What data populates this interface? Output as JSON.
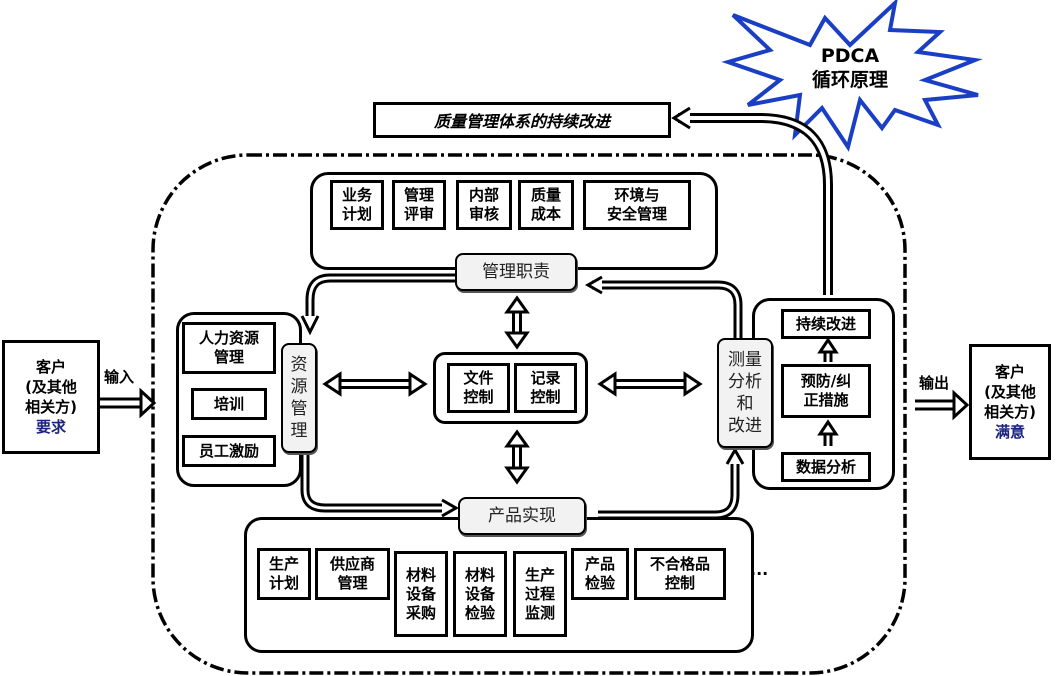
{
  "pdca": {
    "line1": "PDCA",
    "line2": "循环原理",
    "outline_color": "#1a3fc4"
  },
  "continuous_improvement_banner": "质量管理体系的持续改进",
  "customer_input": {
    "line1": "客户",
    "line2": "(及其他",
    "line3": "相关方)",
    "highlight": "要求",
    "arrow_label": "输入"
  },
  "customer_output": {
    "line1": "客户",
    "line2": "(及其他",
    "line3": "相关方)",
    "highlight": "满意",
    "arrow_label": "输出"
  },
  "highlight_color": "#1a237e",
  "management_responsibility": {
    "label": "管理职责",
    "items": [
      "业务\n计划",
      "管理\n评审",
      "内部\n审核",
      "质量\n成本",
      "环境与\n安全管理"
    ]
  },
  "resource_management": {
    "label": "资源\n管理",
    "items": [
      "人力资源\n管理",
      "培训",
      "员工激励"
    ]
  },
  "document_control": {
    "items": [
      "文件\n控制",
      "记录\n控制"
    ]
  },
  "measurement": {
    "label": "测量\n分析\n和\n改进",
    "items": [
      "持续改进",
      "预防/纠\n正措施",
      "数据分析"
    ]
  },
  "product_realization": {
    "label": "产品实现",
    "items": [
      "生产\n计划",
      "供应商\n管理",
      "材料\n设备\n采购",
      "材料\n设备\n检验",
      "生产\n过程\n监测",
      "产品\n检验",
      "不合格品\n控制"
    ],
    "more": "..."
  }
}
